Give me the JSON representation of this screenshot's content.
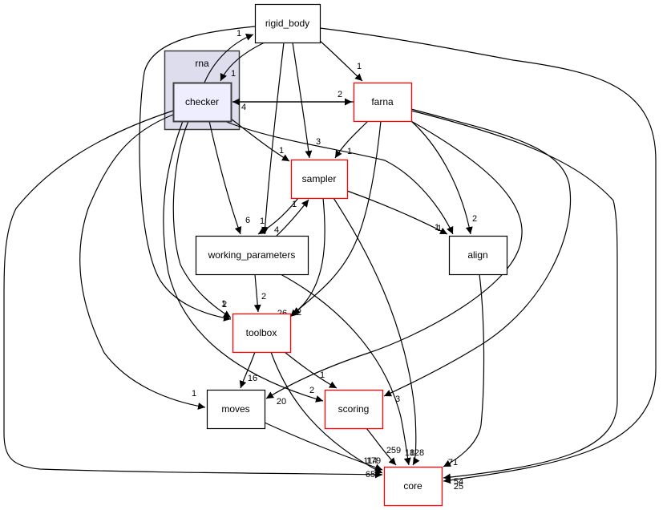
{
  "graph": {
    "title": "Directory dependency graph for rna/checker",
    "cluster": {
      "id": "rna",
      "label": "rna",
      "fill": "#ddddee",
      "stroke": "#404040"
    },
    "nodes": [
      {
        "id": "checker",
        "label": "checker",
        "kind": "focus",
        "fill": "#eeeeff",
        "stroke": "#404040"
      },
      {
        "id": "rigid_body",
        "label": "rigid_body",
        "kind": "plain",
        "stroke": "#000000"
      },
      {
        "id": "farna",
        "label": "farna",
        "kind": "has-subdirs",
        "stroke": "#ff0000"
      },
      {
        "id": "sampler",
        "label": "sampler",
        "kind": "has-subdirs",
        "stroke": "#ff0000"
      },
      {
        "id": "working_parameters",
        "label": "working_parameters",
        "kind": "plain",
        "stroke": "#000000"
      },
      {
        "id": "align",
        "label": "align",
        "kind": "plain",
        "stroke": "#000000"
      },
      {
        "id": "toolbox",
        "label": "toolbox",
        "kind": "has-subdirs",
        "stroke": "#ff0000"
      },
      {
        "id": "moves",
        "label": "moves",
        "kind": "plain",
        "stroke": "#000000"
      },
      {
        "id": "scoring",
        "label": "scoring",
        "kind": "has-subdirs",
        "stroke": "#ff0000"
      },
      {
        "id": "core",
        "label": "core",
        "kind": "has-subdirs",
        "stroke": "#ff0000"
      }
    ],
    "edges": [
      {
        "from": "checker",
        "to": "rigid_body",
        "label": "1"
      },
      {
        "from": "rigid_body",
        "to": "checker",
        "label": "1"
      },
      {
        "from": "rigid_body",
        "to": "farna",
        "label": "1"
      },
      {
        "from": "rigid_body",
        "to": "sampler",
        "label": "3"
      },
      {
        "from": "rigid_body",
        "to": "working_parameters",
        "label": "1"
      },
      {
        "from": "rigid_body",
        "to": "toolbox",
        "label": "1"
      },
      {
        "from": "rigid_body",
        "to": "core",
        "label": "25"
      },
      {
        "from": "checker",
        "to": "farna",
        "label": "2"
      },
      {
        "from": "farna",
        "to": "checker",
        "label": "4"
      },
      {
        "from": "checker",
        "to": "sampler",
        "label": "1"
      },
      {
        "from": "checker",
        "to": "working_parameters",
        "label": "6"
      },
      {
        "from": "checker",
        "to": "align",
        "label": "1"
      },
      {
        "from": "checker",
        "to": "toolbox",
        "label": "2"
      },
      {
        "from": "checker",
        "to": "moves",
        "label": "1"
      },
      {
        "from": "checker",
        "to": "scoring",
        "label": "2"
      },
      {
        "from": "checker",
        "to": "core",
        "label": "65"
      },
      {
        "from": "farna",
        "to": "sampler",
        "label": "1"
      },
      {
        "from": "farna",
        "to": "align",
        "label": "2"
      },
      {
        "from": "farna",
        "to": "toolbox",
        "label": "26"
      },
      {
        "from": "farna",
        "to": "moves",
        "label": "20"
      },
      {
        "from": "farna",
        "to": "scoring",
        "label": "3"
      },
      {
        "from": "farna",
        "to": "core",
        "label": "54"
      },
      {
        "from": "sampler",
        "to": "working_parameters",
        "label": "4"
      },
      {
        "from": "working_parameters",
        "to": "sampler",
        "label": "1"
      },
      {
        "from": "sampler",
        "to": "align",
        "label": "1"
      },
      {
        "from": "sampler",
        "to": "toolbox",
        "label": "2"
      },
      {
        "from": "sampler",
        "to": "core",
        "label": "128"
      },
      {
        "from": "working_parameters",
        "to": "toolbox",
        "label": "2"
      },
      {
        "from": "working_parameters",
        "to": "core",
        "label": "18"
      },
      {
        "from": "toolbox",
        "to": "moves",
        "label": "16"
      },
      {
        "from": "toolbox",
        "to": "scoring",
        "label": "1"
      },
      {
        "from": "toolbox",
        "to": "core",
        "label": "179"
      },
      {
        "from": "moves",
        "to": "core",
        "label": "114"
      },
      {
        "from": "scoring",
        "to": "core",
        "label": "259"
      },
      {
        "from": "align",
        "to": "core",
        "label": "71"
      }
    ]
  }
}
